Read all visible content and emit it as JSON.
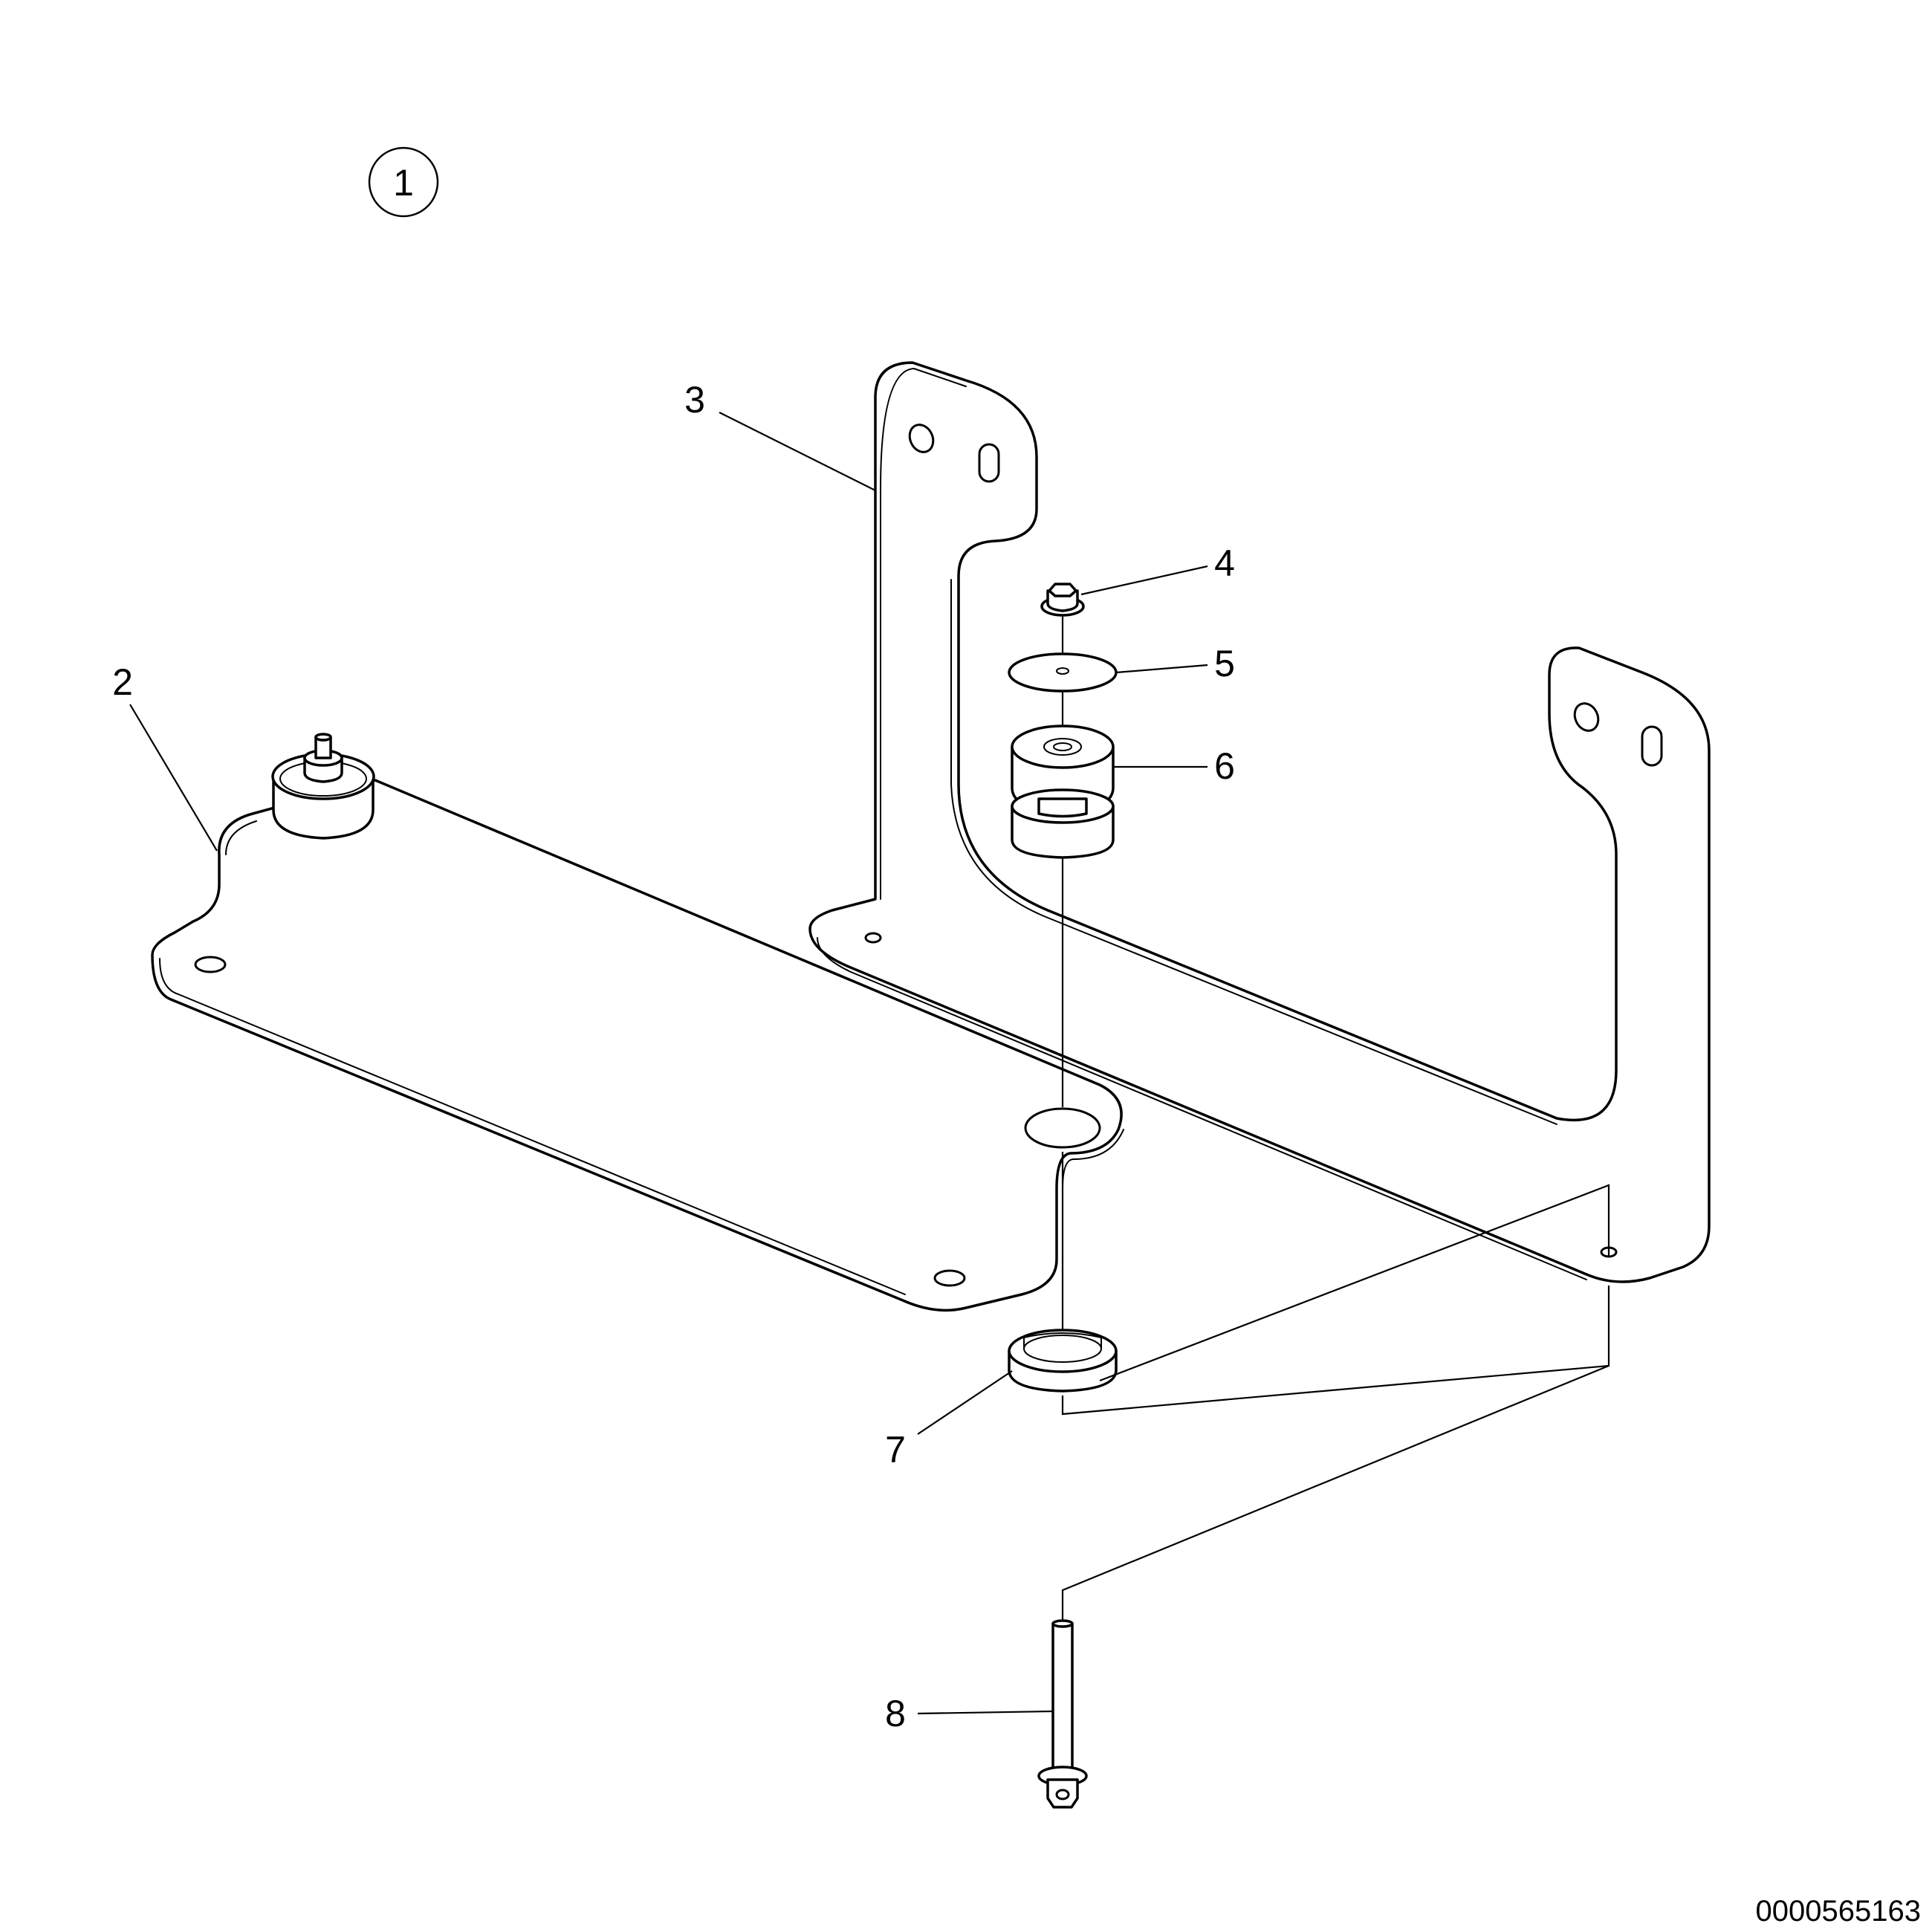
{
  "view_number": "1",
  "doc_number": "0000565163",
  "callouts": {
    "c2": "2",
    "c3": "3",
    "c4": "4",
    "c5": "5",
    "c6": "6",
    "c7": "7",
    "c8": "8"
  },
  "colors": {
    "line": "#000000",
    "background": "#ffffff"
  }
}
